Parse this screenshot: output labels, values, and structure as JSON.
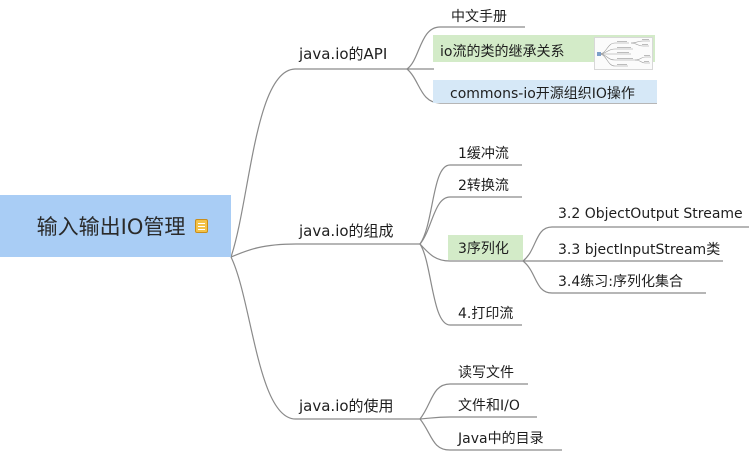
{
  "root": {
    "label": "输入输出IO管理",
    "icon": "note-icon"
  },
  "branches": [
    {
      "label": "java.io的API",
      "children": [
        {
          "label": "中文手册"
        },
        {
          "label": "io流的类的继承关系",
          "has_thumbnail": true
        },
        {
          "label": "commons-io开源组织IO操作"
        }
      ]
    },
    {
      "label": "java.io的组成",
      "children": [
        {
          "label": "1缓冲流"
        },
        {
          "label": "2转换流"
        },
        {
          "label": "3序列化",
          "children": [
            {
              "label": "3.2 ObjectOutput Streame"
            },
            {
              "label": "3.3 bjectInputStream类"
            },
            {
              "label": "3.4练习:序列化集合"
            }
          ]
        },
        {
          "label": "4.打印流"
        }
      ]
    },
    {
      "label": "java.io的使用",
      "children": [
        {
          "label": "读写文件"
        },
        {
          "label": "文件和I/O"
        },
        {
          "label": "Java中的目录"
        }
      ]
    }
  ],
  "colors": {
    "root_fill": "#a9cdf5",
    "green_highlight": "#d3ebc8",
    "blue_highlight": "#d6e8f7",
    "connector": "#8a8a8a"
  }
}
